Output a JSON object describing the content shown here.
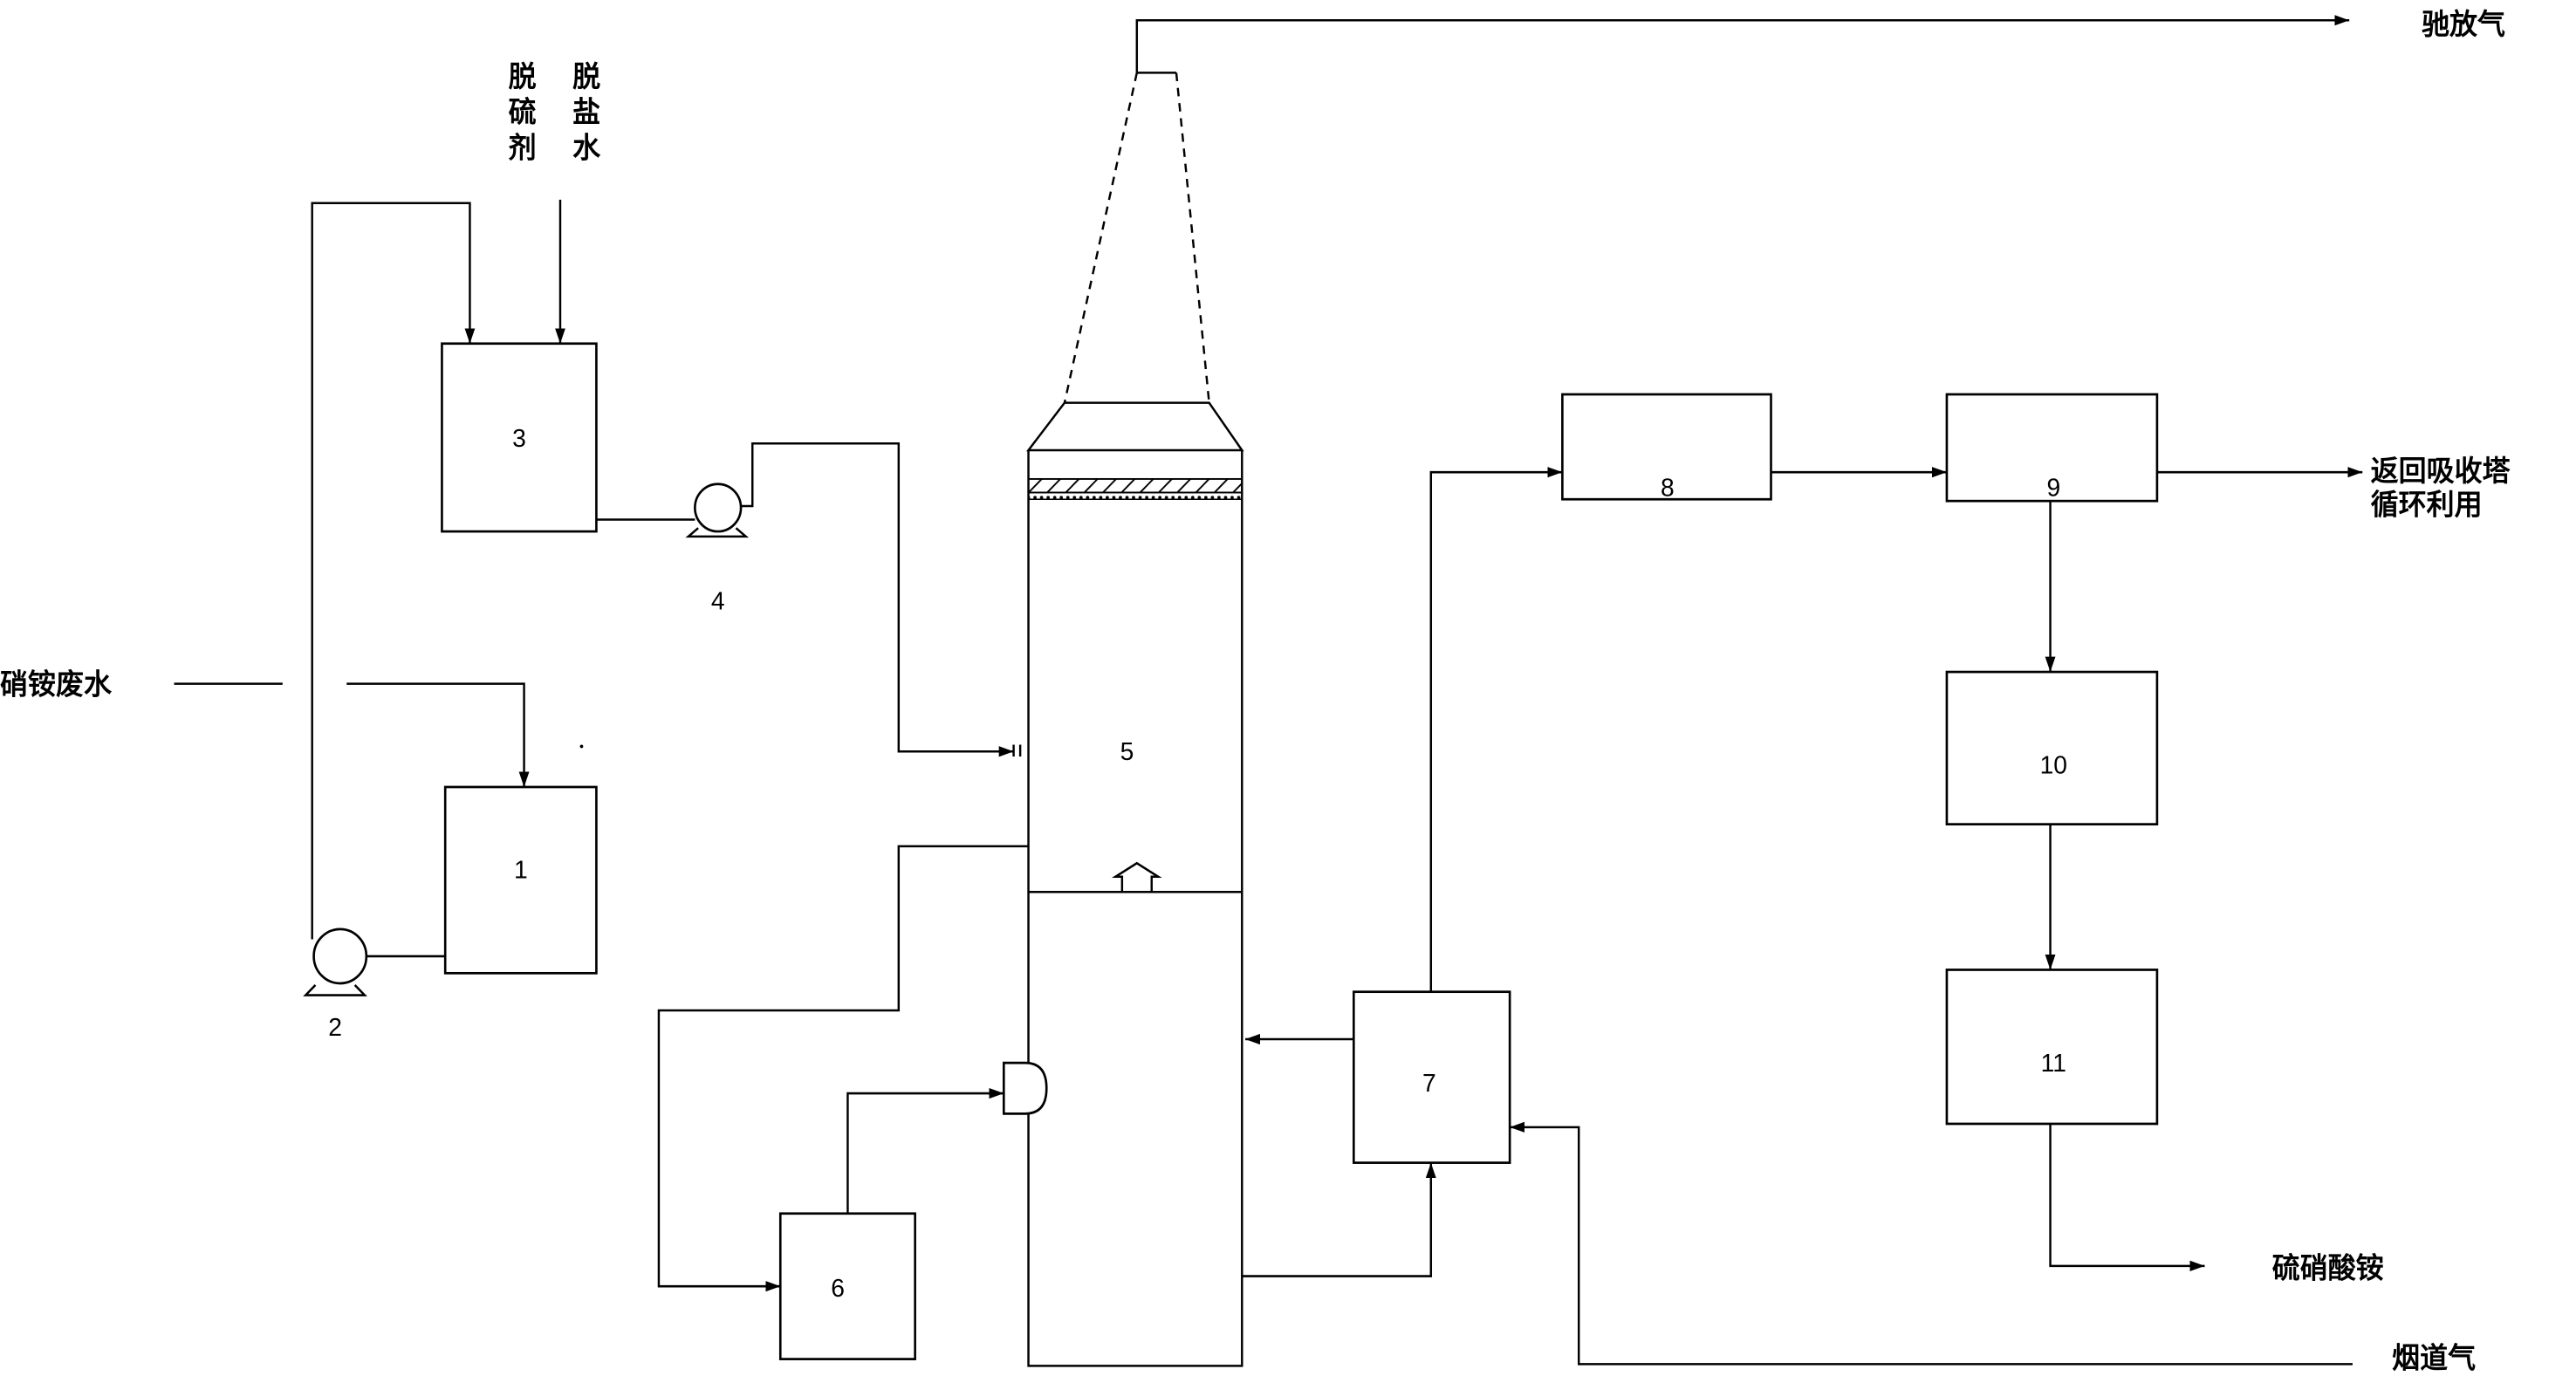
{
  "labels": {
    "vent_gas": "驰放气",
    "desulfurizer": [
      "脱",
      "硫",
      "剂"
    ],
    "desalted_water": [
      "脱",
      "盐",
      "水"
    ],
    "wastewater": "硝铵废水",
    "return_recycle_1": "返回吸收塔",
    "return_recycle_2": "循环利用",
    "product": "硫硝酸铵",
    "flue_gas": "烟道气"
  },
  "units": {
    "u1": "1",
    "u2": "2",
    "u3": "3",
    "u4": "4",
    "u5": "5",
    "u6": "6",
    "u7": "7",
    "u8": "8",
    "u9": "9",
    "u10": "10",
    "u11": "11"
  }
}
